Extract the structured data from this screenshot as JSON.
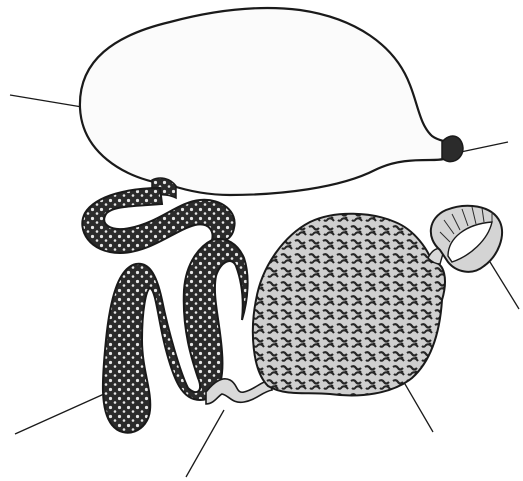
{
  "diagram": {
    "kind": "unlabeled anatomical line drawing",
    "parts": [
      {
        "id": "bladder",
        "icon": "sac-shape"
      },
      {
        "id": "bladder-neck",
        "icon": "knob-shape"
      },
      {
        "id": "convoluted-duct",
        "icon": "coiled-tube-shape"
      },
      {
        "id": "connecting-duct",
        "icon": "thin-tube-shape"
      },
      {
        "id": "gland",
        "icon": "lobed-mass-shape"
      },
      {
        "id": "cap",
        "icon": "fan-shape"
      }
    ],
    "leader_line_count": 6,
    "colors": {
      "stroke": "#1a1a1a",
      "fill_light": "#f6f6f6",
      "fill_medium": "#d9d9d9",
      "fill_dark": "#2b2b2b",
      "background": "#ffffff"
    }
  }
}
